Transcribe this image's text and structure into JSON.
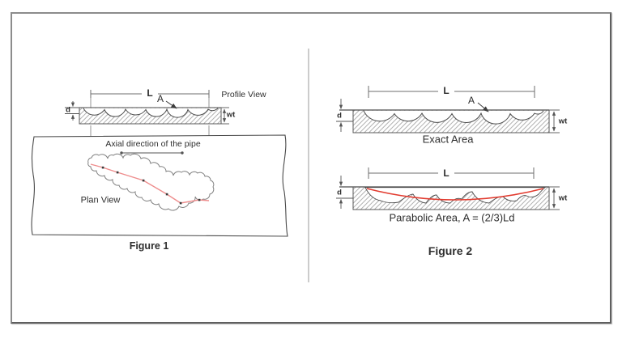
{
  "figure1": {
    "caption": "Figure 1",
    "profile_view_label": "Profile View",
    "plan_view_label": "Plan View",
    "axial_direction_label": "Axial direction of the pipe",
    "length_label": "L",
    "defect_area_label": "A",
    "depth_label": "d",
    "wall_thickness_label": "wt"
  },
  "figure2": {
    "caption": "Figure 2",
    "exact_area": {
      "title": "Exact Area",
      "length_label": "L",
      "defect_area_label": "A",
      "depth_label": "d",
      "wall_thickness_label": "wt"
    },
    "parabolic_area": {
      "title": "Parabolic Area, A = (2/3)Ld",
      "length_label": "L",
      "depth_label": "d",
      "wall_thickness_label": "wt"
    }
  },
  "colors": {
    "river_path_red": "#ee8d8d",
    "parabola_red": "#e23c30",
    "ink": "#4a4a4a",
    "hatch_line": "#a8a8a8",
    "dim_line": "#6e6e6e"
  }
}
